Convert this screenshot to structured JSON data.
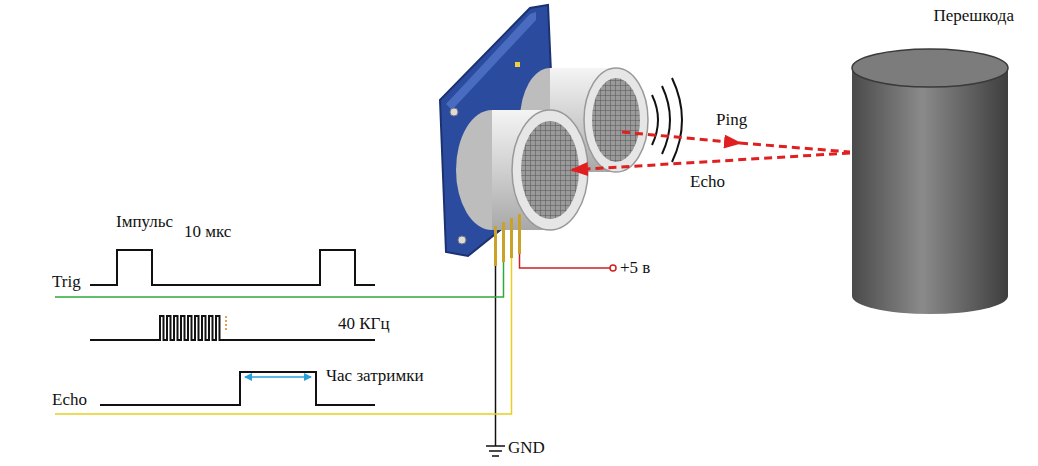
{
  "diagram": {
    "nodes": [
      {
        "text": [
          "Перешкода"
        ]
      }
    ],
    "labels": [
      "Ping",
      "Echo",
      "Імпульс",
      "10 мкс",
      "Trig",
      "40 КГц",
      "Echo",
      "Час затримки",
      "+5 в",
      "GND"
    ]
  }
}
